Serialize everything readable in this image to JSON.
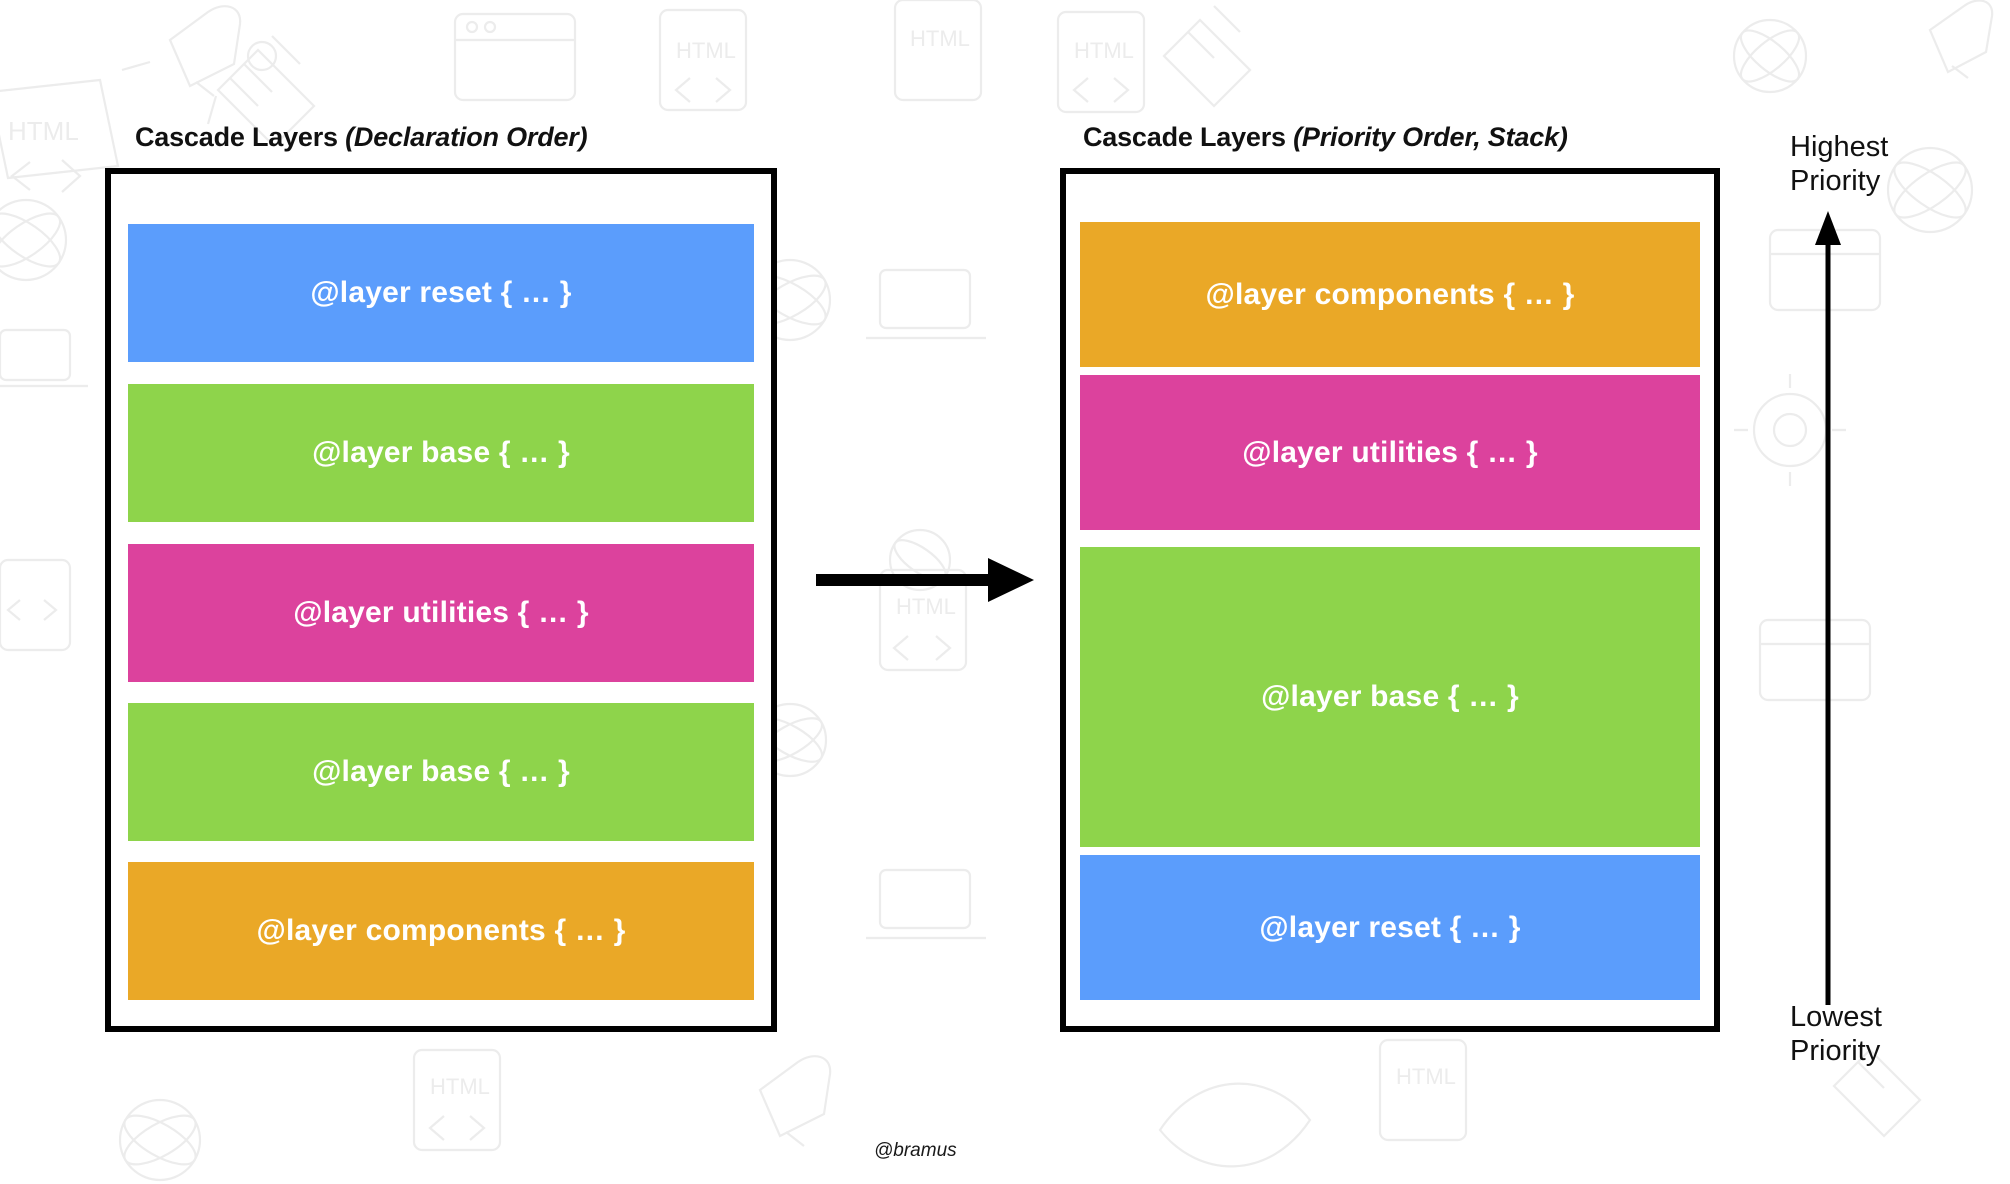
{
  "page": {
    "background_color": "#ffffff",
    "credit": "@bramus"
  },
  "palette": {
    "reset": "#5b9dfc",
    "base": "#8ed44b",
    "utilities": "#dc429d",
    "components": "#eaa827",
    "border": "#000000",
    "text_on_bar": "#ffffff",
    "label_text": "#111111",
    "watermark": "#ececec"
  },
  "left_panel": {
    "title_main": "Cascade Layers ",
    "title_em": "(Declaration Order)",
    "layers": [
      {
        "label": "@layer reset { … }",
        "name": "reset",
        "color": "#5b9dfc"
      },
      {
        "label": "@layer base { … }",
        "name": "base",
        "color": "#8ed44b"
      },
      {
        "label": "@layer utilities { … }",
        "name": "utilities",
        "color": "#dc429d"
      },
      {
        "label": "@layer base { … }",
        "name": "base",
        "color": "#8ed44b"
      },
      {
        "label": "@layer components { … }",
        "name": "components",
        "color": "#eaa827"
      }
    ]
  },
  "right_panel": {
    "title_main": "Cascade Layers ",
    "title_em": "(Priority Order, Stack)",
    "layers": [
      {
        "label": "@layer components { … }",
        "name": "components",
        "color": "#eaa827"
      },
      {
        "label": "@layer utilities { … }",
        "name": "utilities",
        "color": "#dc429d"
      },
      {
        "label": "@layer base { … }",
        "name": "base",
        "color": "#8ed44b"
      },
      {
        "label": "@layer reset { … }",
        "name": "reset",
        "color": "#5b9dfc"
      }
    ]
  },
  "priority_axis": {
    "top_label_line1": "Highest",
    "top_label_line2": "Priority",
    "bottom_label_line1": "Lowest",
    "bottom_label_line2": "Priority",
    "direction": "up"
  },
  "transform_arrow": {
    "direction": "right"
  }
}
